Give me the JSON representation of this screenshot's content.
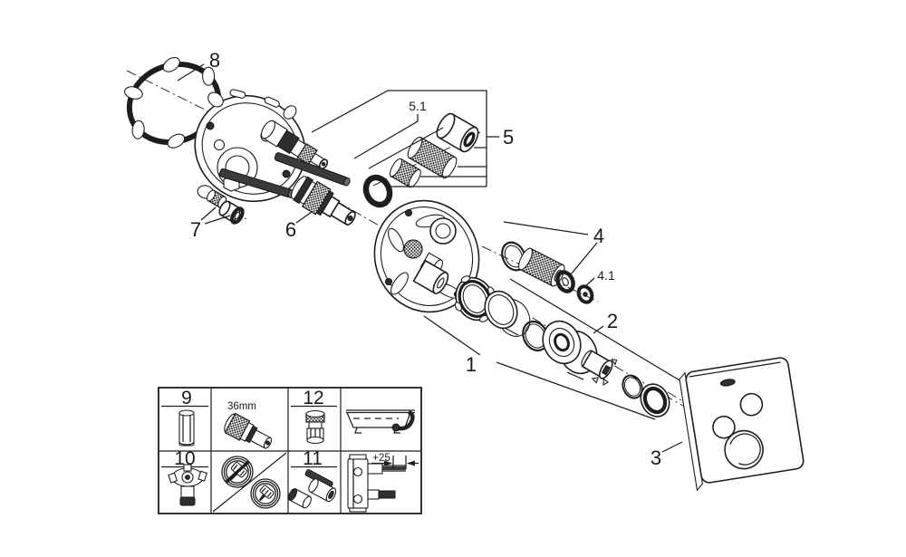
{
  "labels": {
    "part1": "1",
    "part2": "2",
    "part3": "3",
    "part4": "4",
    "part4_1": "4.1",
    "part5": "5",
    "part5_1": "5.1",
    "part6": "6",
    "part7": "7",
    "part8": "8"
  },
  "table": {
    "item9": "9",
    "item10": "10",
    "item11": "11",
    "item12": "12",
    "cartridge_width": "36mm",
    "extension": "+25"
  }
}
